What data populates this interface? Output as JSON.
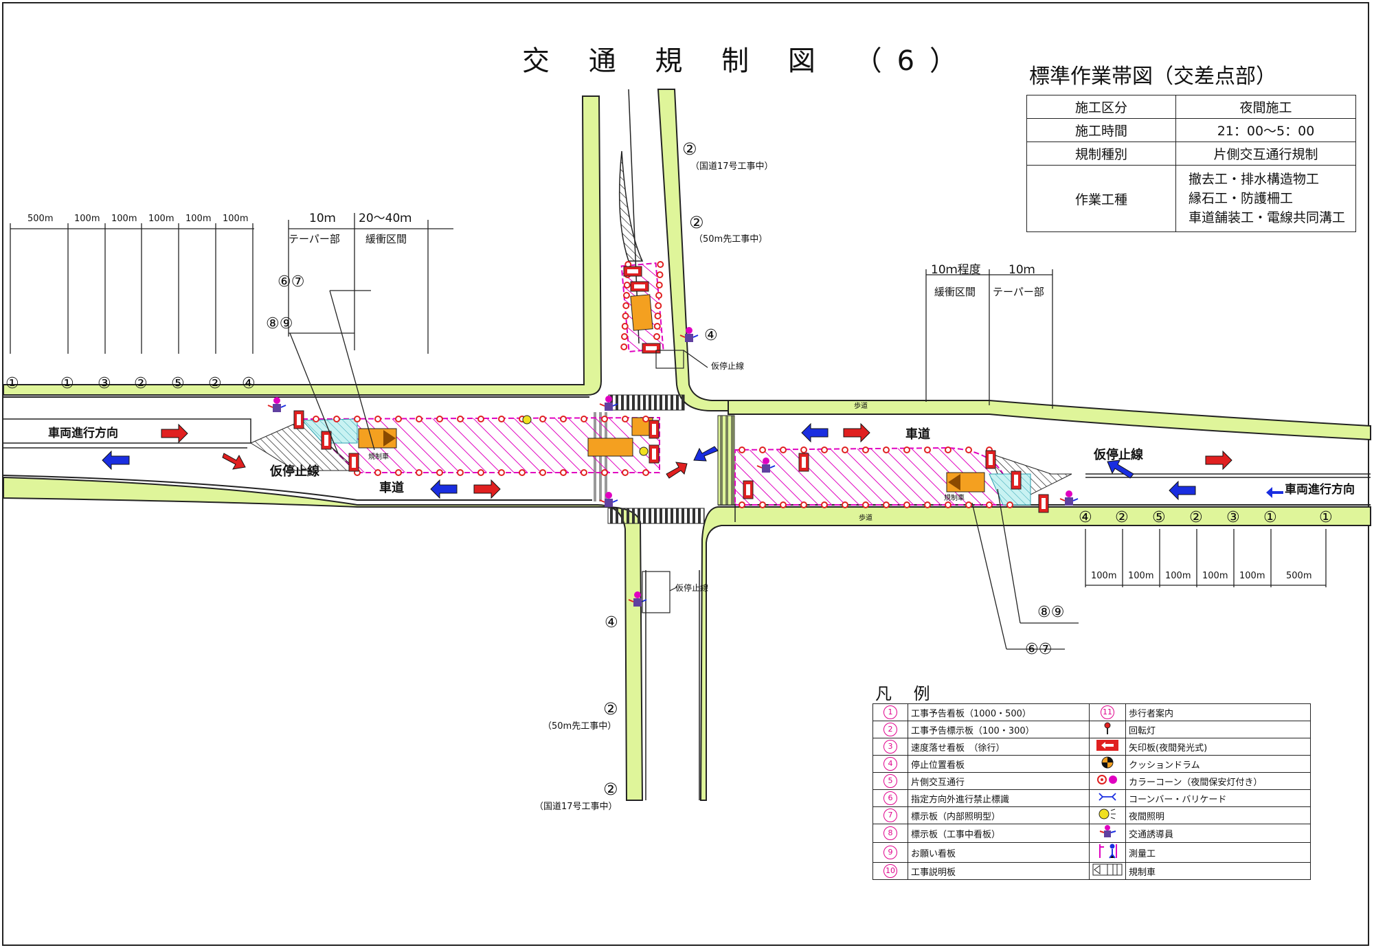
{
  "title": "交 通 規 制 図 （6）",
  "standard_title": "標準作業帯図（交差点部）",
  "info_table": [
    {
      "key": "施工区分",
      "value": "夜間施工"
    },
    {
      "key": "施工時間",
      "value": "21：00～5：00"
    },
    {
      "key": "規制種別",
      "value": "片側交互通行規制"
    },
    {
      "key": "作業工種",
      "value_lines": [
        "撤去工・排水構造物工",
        "縁石工・防護柵工",
        "車道舗装工・電線共同溝工"
      ]
    }
  ],
  "left_dims": {
    "distances": [
      "500m",
      "100m",
      "100m",
      "100m",
      "100m",
      "100m"
    ],
    "signs": [
      "①",
      "①",
      "③",
      "②",
      "⑤",
      "②",
      "④"
    ],
    "taper_len": "10ｍ",
    "taper_label": "テーパー部",
    "buffer_len": "20～40ｍ",
    "buffer_label": "緩衝区間"
  },
  "right_dims": {
    "buffer_len": "10ｍ程度",
    "buffer_label": "緩衝区間",
    "taper_len": "10ｍ",
    "taper_label": "テーパー部",
    "signs": [
      "④",
      "②",
      "⑤",
      "②",
      "③",
      "①",
      "①"
    ],
    "distances": [
      "100m",
      "100m",
      "100m",
      "100m",
      "100m",
      "500m"
    ]
  },
  "road_labels": {
    "vehicle_dir_left": "車両進行方向",
    "vehicle_dir_right": "車両進行方向",
    "temp_stop": "仮停止線",
    "roadway": "車道",
    "sidewalk": "歩道",
    "regulation_car": "規制車"
  },
  "callouts": {
    "c67": "⑥⑦",
    "c89": "⑧⑨",
    "north_sign1": "②",
    "north_note1": "（国道17号工事中）",
    "north_sign2": "②",
    "north_note2": "（50m先工事中）",
    "north_sign3": "④",
    "north_stop": "仮停止線",
    "south_sign1": "④",
    "south_stop": "仮停止線",
    "south_sign2": "②",
    "south_note2": "（50m先工事中）",
    "south_sign3": "②",
    "south_note3": "（国道17号工事中）"
  },
  "legend": {
    "title": "凡 例",
    "rows": [
      {
        "n1": "1",
        "l1": "工事予告看板（1000・500）",
        "n2": "11",
        "l2": "歩行者案内"
      },
      {
        "n1": "2",
        "l1": "工事予告標示板（100・300）",
        "icon2": "rotating-light-icon",
        "l2": "回転灯"
      },
      {
        "n1": "3",
        "l1": "速度落せ看板　（徐行）",
        "icon2": "arrow-board-icon",
        "l2": "矢印板(夜間発光式)"
      },
      {
        "n1": "4",
        "l1": "停止位置看板",
        "icon2": "cushion-drum-icon",
        "l2": "クッションドラム"
      },
      {
        "n1": "5",
        "l1": "片側交互通行",
        "icon2": "color-cone-icon",
        "l2": "カラーコーン（夜間保安灯付き）"
      },
      {
        "n1": "6",
        "l1": "指定方向外進行禁止標識",
        "icon2": "cone-bar-icon",
        "l2": "コーンバー・バリケード"
      },
      {
        "n1": "7",
        "l1": "標示板（内部照明型）",
        "icon2": "night-light-icon",
        "l2": "夜間照明"
      },
      {
        "n1": "8",
        "l1": "標示板（工事中看板）",
        "icon2": "flagger-icon",
        "l2": "交通誘導員"
      },
      {
        "n1": "9",
        "l1": "お願い看板",
        "icon2": "surveyor-icon",
        "l2": "測量工"
      },
      {
        "n1": "10",
        "l1": "工事説明板",
        "icon2": "regulation-car-icon",
        "l2": "規制車"
      }
    ]
  },
  "colors": {
    "green": "#dff59a",
    "hatch": "#e000c0",
    "cushion": "#9fe8e8",
    "red_arrow": "#e02020",
    "blue_arrow": "#1a2ee0",
    "car": "#f4a020"
  }
}
